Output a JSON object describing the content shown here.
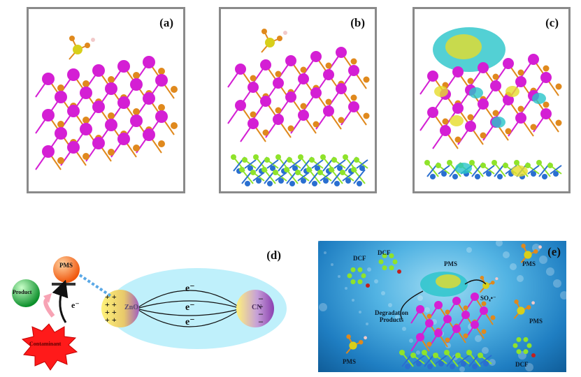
{
  "panels": {
    "a": {
      "label": "(a)"
    },
    "b": {
      "label": "(b)"
    },
    "c": {
      "label": "(c)"
    },
    "d": {
      "label": "(d)",
      "pms": "PMS",
      "product": "Product",
      "contaminant": "Contaminant",
      "electron_arrow": "e⁻",
      "left_particle": "ZnO",
      "right_particle": "CN",
      "transfer_electrons": [
        "e⁻",
        "e⁻",
        "e⁻"
      ]
    },
    "e": {
      "label": "(e)",
      "dcf_top_left": "DCF",
      "dcf_top": "DCF",
      "pms_top": "PMS",
      "pms_right_top": "PMS",
      "sulfate": "SO₄•⁻",
      "degradation": "Degradation Products",
      "pms_right_mid": "PMS",
      "pms_bottom_left": "PMS",
      "dcf_bottom_right": "DCF"
    }
  },
  "colors": {
    "zn_atom": "#d41fd4",
    "o_atom": "#e0891d",
    "s_atom": "#d8cf1a",
    "h_atom": "#f2c9c9",
    "c_atom": "#8fe32a",
    "n_atom": "#2a6fd0",
    "charge_cyan": "#28c4c9",
    "charge_yellow": "#e6dc2a",
    "frame_border": "#8a8a8a",
    "ellipse_fill": "#bff0fb",
    "pms_orange": "#f26b16",
    "product_green": "#1ca63a",
    "contaminant_red": "#ff1a1a"
  }
}
